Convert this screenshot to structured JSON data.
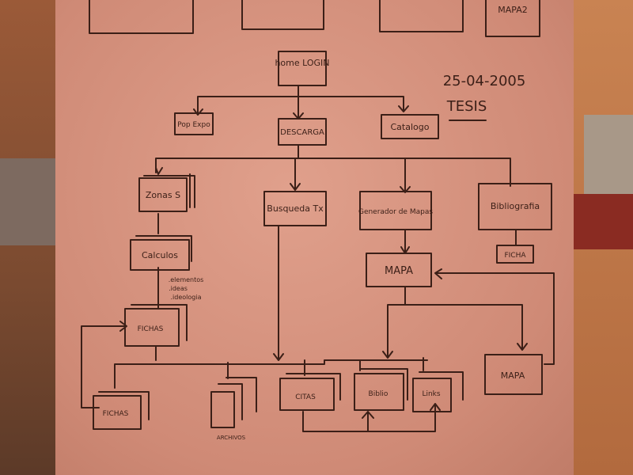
{
  "top_partial": {
    "label": "MAPA2"
  },
  "date": "25-04-2005",
  "title": "TESIS",
  "nodes": {
    "home": "home LOGIN",
    "pop": "Pop Expo",
    "descarga": "DESCARGA",
    "catalogo": "Catalogo",
    "zonas": "Zonas S",
    "busqueda": "Busqueda Tx",
    "generador": "Generador de Mapas",
    "bibliografia": "Bibliografia",
    "ficha": "FICHA",
    "mapa": "MAPA",
    "calculos": "Calculos",
    "notes": [
      ".elementos",
      ".ideas",
      ".ideologia"
    ],
    "fichas_top": "FICHAS",
    "fichas_bottom": "FICHAS",
    "archivos": "ARCHIVOS",
    "citas": "CITAS",
    "biblio": "Biblio",
    "links": "Links",
    "mapa2": "MAPA"
  }
}
